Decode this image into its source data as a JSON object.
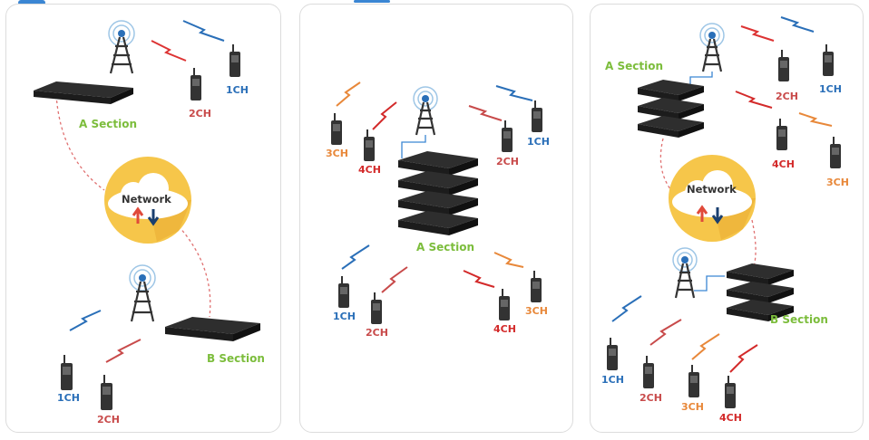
{
  "colors": {
    "section_green": "#7cbd3c",
    "ch1_blue": "#2a6fb8",
    "ch2_red": "#c84a4a",
    "ch3_orange": "#e8883a",
    "ch4_red": "#d32a2a",
    "cloud_circle": "#f6c64a"
  },
  "panel1": {
    "section_a": "A Section",
    "section_b": "B Section",
    "network": "Network",
    "ch": [
      "2CH",
      "1CH",
      "1CH",
      "2CH"
    ]
  },
  "panel2": {
    "section_a": "A Section",
    "ch": [
      "3CH",
      "4CH",
      "2CH",
      "1CH",
      "1CH",
      "2CH",
      "4CH",
      "3CH"
    ]
  },
  "panel3": {
    "section_a": "A Section",
    "section_b": "B Section",
    "network": "Network",
    "ch": [
      "2CH",
      "1CH",
      "4CH",
      "3CH",
      "1CH",
      "2CH",
      "3CH",
      "4CH"
    ]
  }
}
